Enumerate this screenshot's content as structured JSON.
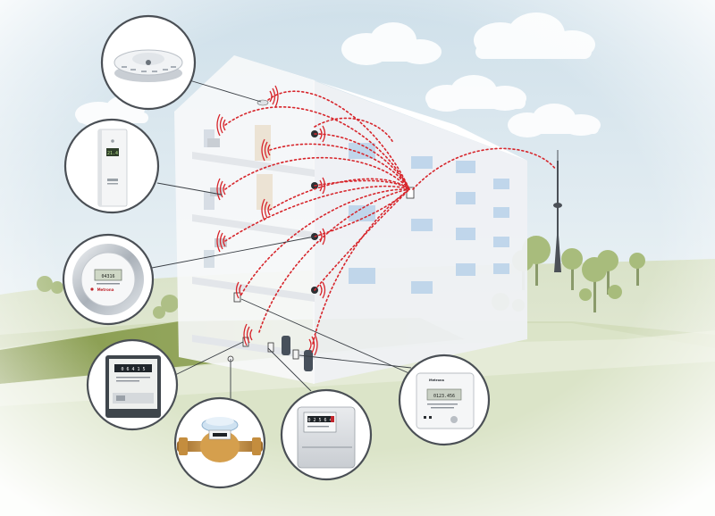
{
  "colors": {
    "radio_signal": "#d7262c",
    "building": "#f2f3f5",
    "window_glass": "#b9d3ea",
    "grass": "#8aa35a",
    "tree": "#a8bc7c",
    "connector_line": "#3a3f45"
  },
  "devices": [
    {
      "key": "smoke-detector",
      "icon": "smoke-detector-icon"
    },
    {
      "key": "room-sensor",
      "icon": "room-sensor-icon",
      "display": "21.4"
    },
    {
      "key": "heat-cost-allocator",
      "icon": "heat-cost-allocator-icon",
      "display": "04316",
      "brand": "Metrona"
    },
    {
      "key": "electricity-meter",
      "icon": "electricity-meter-icon",
      "display": "0 6 4 1 5"
    },
    {
      "key": "water-meter",
      "icon": "water-meter-icon"
    },
    {
      "key": "gas-meter",
      "icon": "gas-meter-icon",
      "display": "0 2 5 6 4"
    },
    {
      "key": "heat-meter",
      "icon": "heat-meter-icon",
      "display": "0123.456",
      "brand": "Metrona"
    }
  ],
  "infrastructure": [
    {
      "key": "gateway",
      "icon": "data-collector-icon"
    },
    {
      "key": "radio-tower",
      "icon": "radio-tower-icon"
    }
  ]
}
